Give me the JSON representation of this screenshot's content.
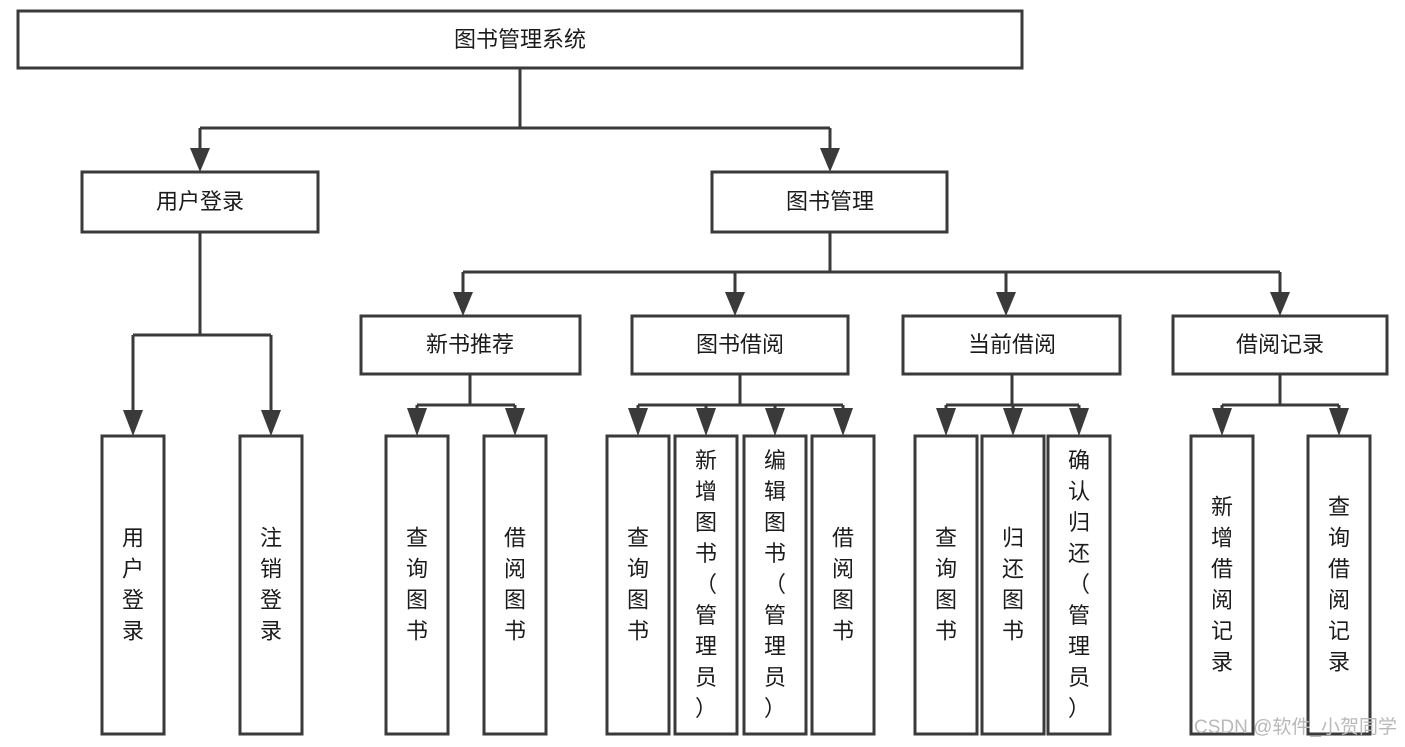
{
  "diagram": {
    "title": "图书管理系统",
    "type": "tree-hierarchy-chart",
    "root": {
      "id": "root",
      "label": "图书管理系统"
    },
    "level1": [
      {
        "id": "user-login",
        "label": "用户登录"
      },
      {
        "id": "book-manage",
        "label": "图书管理"
      }
    ],
    "level2": [
      {
        "id": "new-book-recommend",
        "label": "新书推荐",
        "parent": "book-manage"
      },
      {
        "id": "book-borrow",
        "label": "图书借阅",
        "parent": "book-manage"
      },
      {
        "id": "current-borrow",
        "label": "当前借阅",
        "parent": "book-manage"
      },
      {
        "id": "borrow-record",
        "label": "借阅记录",
        "parent": "book-manage"
      }
    ],
    "leaves": {
      "user-login": [
        {
          "id": "leaf-user-login",
          "label": "用户登录"
        },
        {
          "id": "leaf-user-logout",
          "label": "注销登录"
        }
      ],
      "new-book-recommend": [
        {
          "id": "leaf-query-book-1",
          "label": "查询图书"
        },
        {
          "id": "leaf-borrow-book-1",
          "label": "借阅图书"
        }
      ],
      "book-borrow": [
        {
          "id": "leaf-query-book-2",
          "label": "查询图书"
        },
        {
          "id": "leaf-add-book",
          "label": "新增图书（管理员）"
        },
        {
          "id": "leaf-edit-book",
          "label": "编辑图书（管理员）"
        },
        {
          "id": "leaf-borrow-book-2",
          "label": "借阅图书"
        }
      ],
      "current-borrow": [
        {
          "id": "leaf-query-book-3",
          "label": "查询图书"
        },
        {
          "id": "leaf-return-book",
          "label": "归还图书"
        },
        {
          "id": "leaf-confirm-return",
          "label": "确认归还（管理员）"
        }
      ],
      "borrow-record": [
        {
          "id": "leaf-add-record",
          "label": "新增借阅记录"
        },
        {
          "id": "leaf-query-record",
          "label": "查询借阅记录"
        }
      ]
    }
  },
  "watermark": {
    "text": "CSDN @软件_小贺同学"
  },
  "colors": {
    "stroke": "#3a3a3a",
    "fill": "#ffffff",
    "text": "#1b1b1b",
    "watermark": "#b9b9b9"
  }
}
